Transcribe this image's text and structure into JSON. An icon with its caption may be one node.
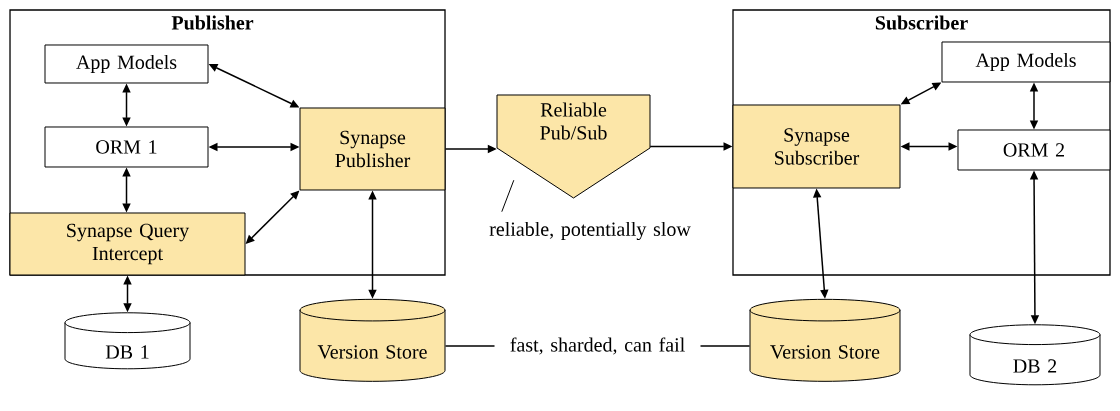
{
  "diagram": {
    "nodes": [
      {
        "text": [
          "Publisher"
        ]
      },
      {
        "text": [
          "App Models"
        ],
        "in": 0
      },
      {
        "text": [
          "ORM 1"
        ],
        "in": 0
      },
      {
        "text": [
          "Synapse Query Intercept"
        ],
        "in": 0
      },
      {
        "text": [
          "Synapse Publisher"
        ],
        "in": 0
      },
      {
        "text": [
          "Reliable Pub/Sub"
        ]
      },
      {
        "text": [
          "reliable, potentially slow"
        ]
      },
      {
        "text": [
          "Subscriber"
        ]
      },
      {
        "text": [
          "App Models"
        ],
        "in": 7
      },
      {
        "text": [
          "Synapse Subscriber"
        ],
        "in": 7
      },
      {
        "text": [
          "ORM 2"
        ],
        "in": 7
      },
      {
        "text": [
          "DB 1"
        ]
      },
      {
        "text": [
          "Version Store"
        ]
      },
      {
        "text": [
          "Version Store"
        ]
      },
      {
        "text": [
          "DB 2"
        ]
      }
    ],
    "edges": [
      {
        "from": 1,
        "to": 2,
        "arrow": "both"
      },
      {
        "from": 2,
        "to": 3,
        "arrow": "both"
      },
      {
        "from": 1,
        "to": 4,
        "arrow": "both"
      },
      {
        "from": 2,
        "to": 4,
        "arrow": "both"
      },
      {
        "from": 3,
        "to": 4,
        "arrow": "both"
      },
      {
        "from": 3,
        "to": 11,
        "arrow": "both"
      },
      {
        "from": 4,
        "to": 12,
        "arrow": "both"
      },
      {
        "from": 4,
        "to": 5,
        "arrow": "to"
      },
      {
        "from": 5,
        "to": 9,
        "arrow": "to"
      },
      {
        "from": 6,
        "to": 5,
        "arrow": "none"
      },
      {
        "from": 9,
        "to": 8,
        "arrow": "both"
      },
      {
        "from": 9,
        "to": 10,
        "arrow": "both"
      },
      {
        "from": 8,
        "to": 10,
        "arrow": "both"
      },
      {
        "from": 9,
        "to": 13,
        "arrow": "both"
      },
      {
        "from": 10,
        "to": 14,
        "arrow": "both"
      },
      {
        "from": 12,
        "to": 13,
        "arrow": "none",
        "label": "fast, sharded, can fail"
      }
    ]
  }
}
